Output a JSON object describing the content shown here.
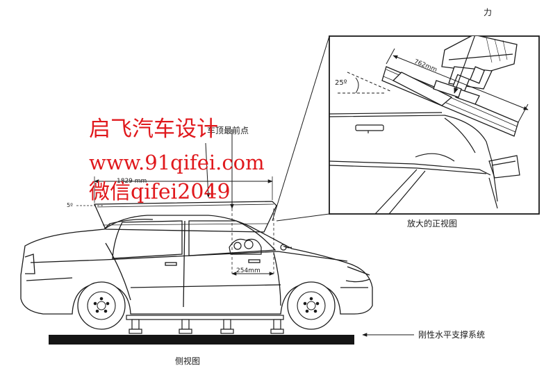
{
  "labels": {
    "force": "力",
    "dim_762": "762mm",
    "angle_25": "25º",
    "enlarged_view": "放大的正视图",
    "roof_front_point": "车顶最前点",
    "dim_1829": "1829 mm",
    "angle_5": "5º",
    "dim_254": "254mm",
    "rigid_support": "刚性水平支撑系统",
    "side_view": "侧视图"
  },
  "watermark": {
    "line1": "启飞汽车设计",
    "line2": "www.91qifei.com",
    "line3": "微信qifei2049",
    "color": "#e0181c"
  },
  "colors": {
    "stroke": "#1a1a1a",
    "ground": "#151515",
    "background": "#ffffff"
  }
}
